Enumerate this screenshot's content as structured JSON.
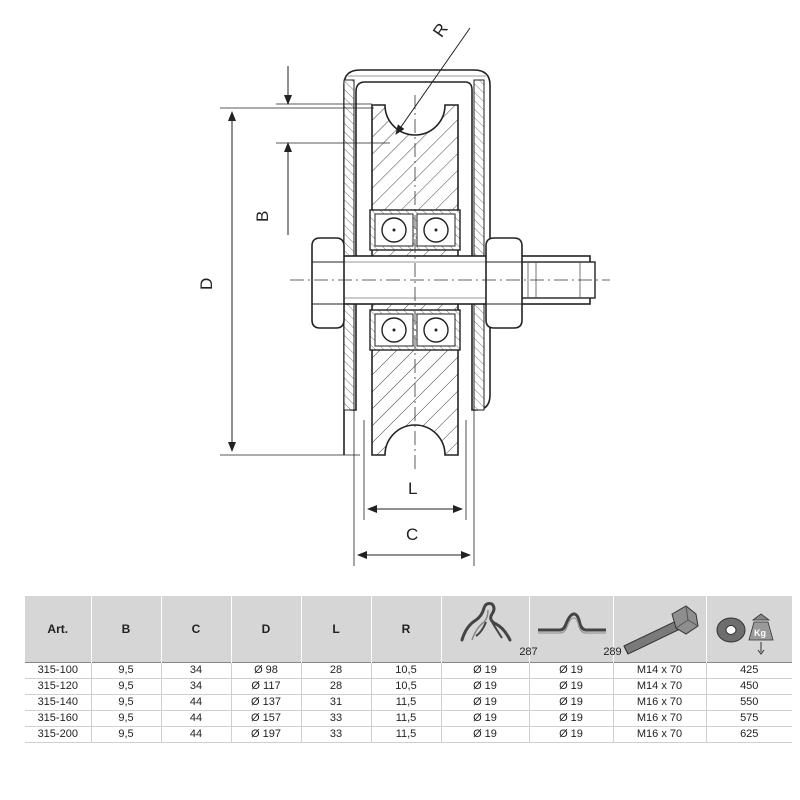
{
  "drawing": {
    "labels": {
      "r": "R",
      "b": "B",
      "d": "D",
      "l": "L",
      "c": "C"
    }
  },
  "table": {
    "headers": [
      "Art.",
      "B",
      "C",
      "D",
      "L",
      "R"
    ],
    "icon_headers": [
      {
        "icon": "spring-clip-icon",
        "label": "287"
      },
      {
        "icon": "wave-clip-icon",
        "label": "289"
      },
      {
        "icon": "bolt-icon",
        "label": ""
      },
      {
        "icon": "nut-weight-icon",
        "label": ""
      }
    ],
    "weight_badge": "Kg",
    "rows": [
      [
        "315-100",
        "9,5",
        "34",
        "Ø 98",
        "28",
        "10,5",
        "Ø 19",
        "Ø 19",
        "M14 x 70",
        "425"
      ],
      [
        "315-120",
        "9,5",
        "34",
        "Ø 117",
        "28",
        "10,5",
        "Ø 19",
        "Ø 19",
        "M14 x 70",
        "450"
      ],
      [
        "315-140",
        "9,5",
        "44",
        "Ø 137",
        "31",
        "11,5",
        "Ø 19",
        "Ø 19",
        "M16 x 70",
        "550"
      ],
      [
        "315-160",
        "9,5",
        "44",
        "Ø 157",
        "33",
        "11,5",
        "Ø 19",
        "Ø 19",
        "M16 x 70",
        "575"
      ],
      [
        "315-200",
        "9,5",
        "44",
        "Ø 197",
        "33",
        "11,5",
        "Ø 19",
        "Ø 19",
        "M16 x 70",
        "625"
      ]
    ]
  }
}
